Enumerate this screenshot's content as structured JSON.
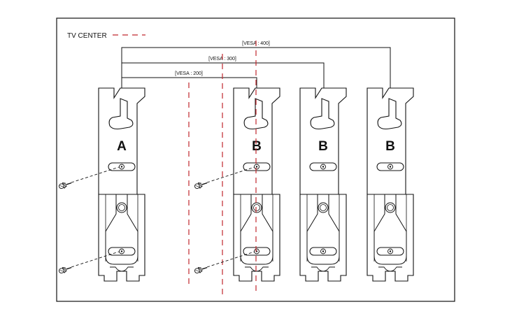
{
  "legend": {
    "label": "TV CENTER",
    "line_color": "#c0272d"
  },
  "dimensions": [
    {
      "label": "[VESA : 400]"
    },
    {
      "label": "[VESA : 300]"
    },
    {
      "label": "[VESA : 200]"
    }
  ],
  "brackets": [
    {
      "letter": "A"
    },
    {
      "letter": "B"
    },
    {
      "letter": "B"
    },
    {
      "letter": "B"
    }
  ],
  "colors": {
    "line": "#111111",
    "center_line": "#c0272d",
    "fill": "#ffffff"
  }
}
